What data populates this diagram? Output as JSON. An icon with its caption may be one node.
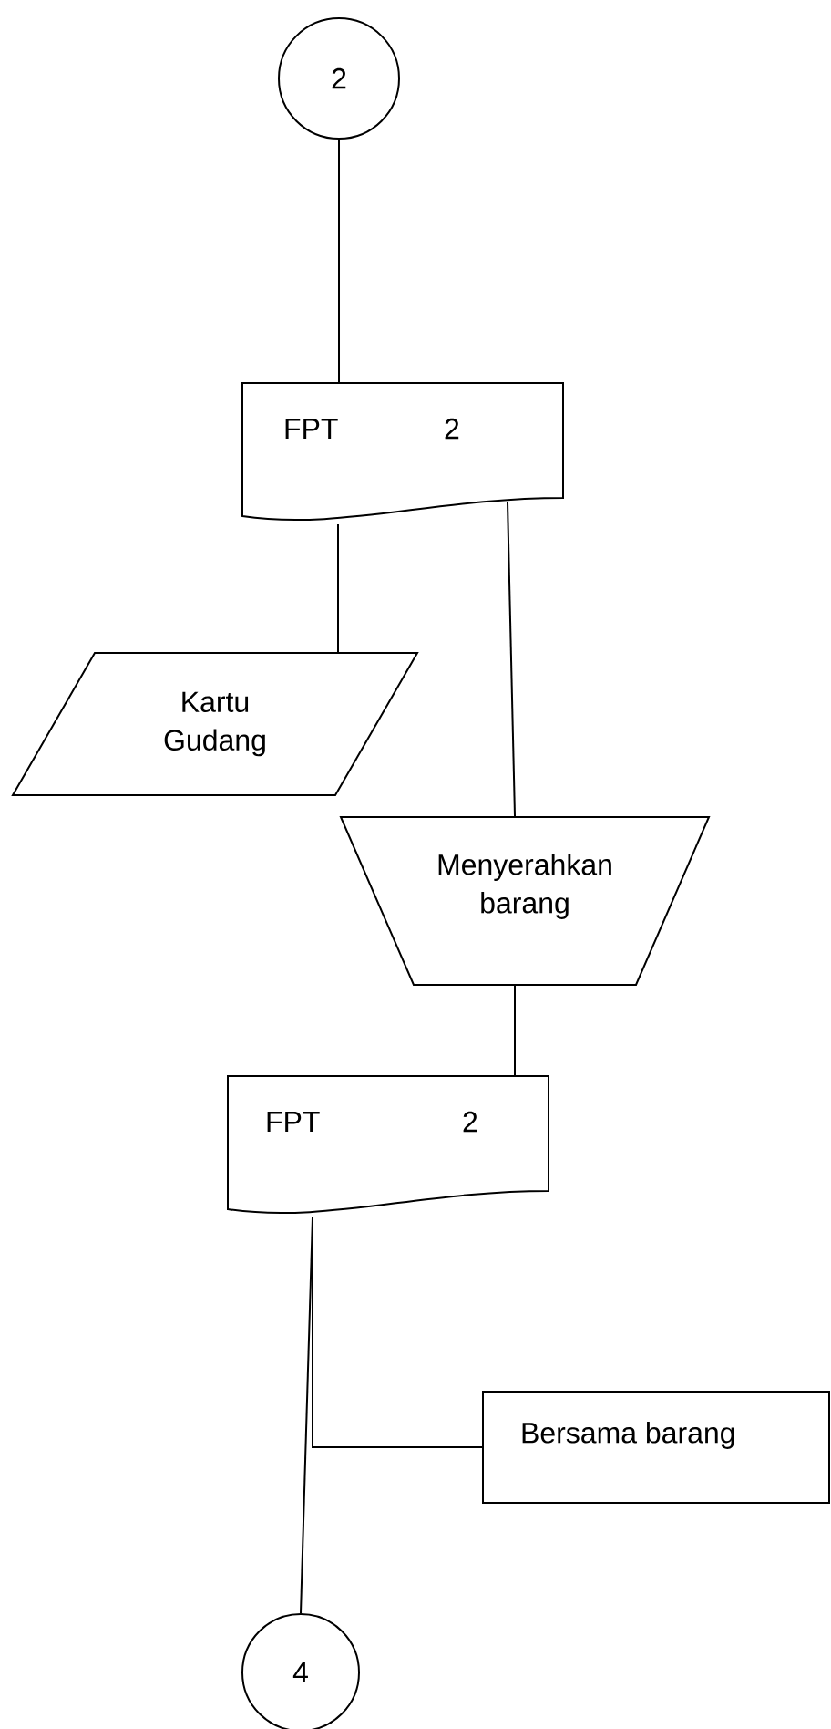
{
  "diagram": {
    "nodes": [
      {
        "text": [
          "2"
        ]
      },
      {
        "text": [
          "FPT",
          "2"
        ]
      },
      {
        "text": [
          "Kartu Gudang"
        ]
      },
      {
        "text": [
          "Menyerahkan barang"
        ]
      },
      {
        "text": [
          "FPT",
          "2"
        ]
      },
      {
        "text": [
          "Bersama barang"
        ]
      },
      {
        "text": [
          "4"
        ]
      }
    ],
    "edges": [
      {
        "from": 0,
        "to": 1,
        "arrow": "none"
      },
      {
        "from": 1,
        "to": 2,
        "arrow": "none"
      },
      {
        "from": 1,
        "to": 3,
        "arrow": "none"
      },
      {
        "from": 3,
        "to": 4,
        "arrow": "none"
      },
      {
        "from": 4,
        "to": 6,
        "arrow": "none"
      },
      {
        "from": 4,
        "to": 5,
        "arrow": "none"
      }
    ]
  }
}
